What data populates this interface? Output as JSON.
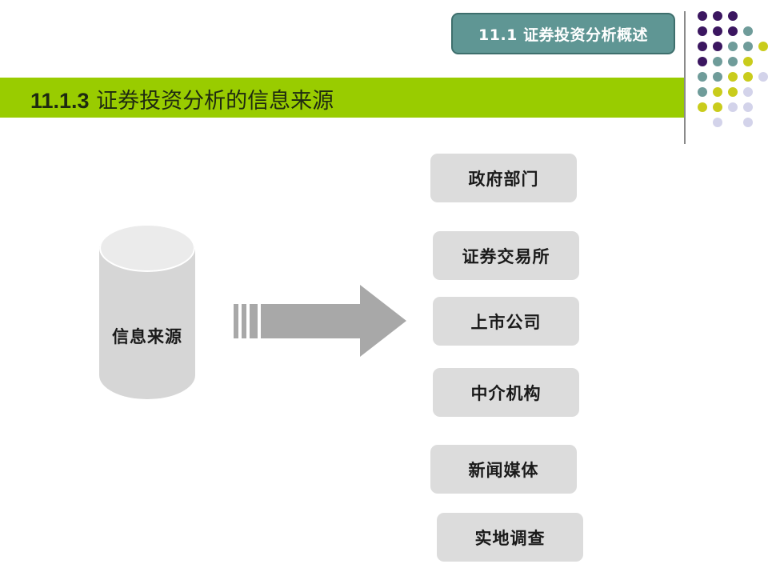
{
  "header": {
    "section_tab": "11.1 证券投资分析概述",
    "title_number": "11.1.3",
    "title_text": " 证券投资分析的信息来源"
  },
  "diagram": {
    "source_label": "信息来源",
    "targets": [
      {
        "label": "政府部门"
      },
      {
        "label": "证券交易所"
      },
      {
        "label": "上市公司"
      },
      {
        "label": "中介机构"
      },
      {
        "label": "新闻媒体"
      },
      {
        "label": "实地调查"
      }
    ]
  },
  "colors": {
    "accent_green": "#99cc00",
    "tab_teal": "#5f9694",
    "dot_purple": "#3b1660",
    "dot_teal": "#6f9c9a",
    "dot_yellow": "#c9cc1c",
    "dot_lavender": "#d3d3ea",
    "box_gray": "#dcdcdc"
  }
}
